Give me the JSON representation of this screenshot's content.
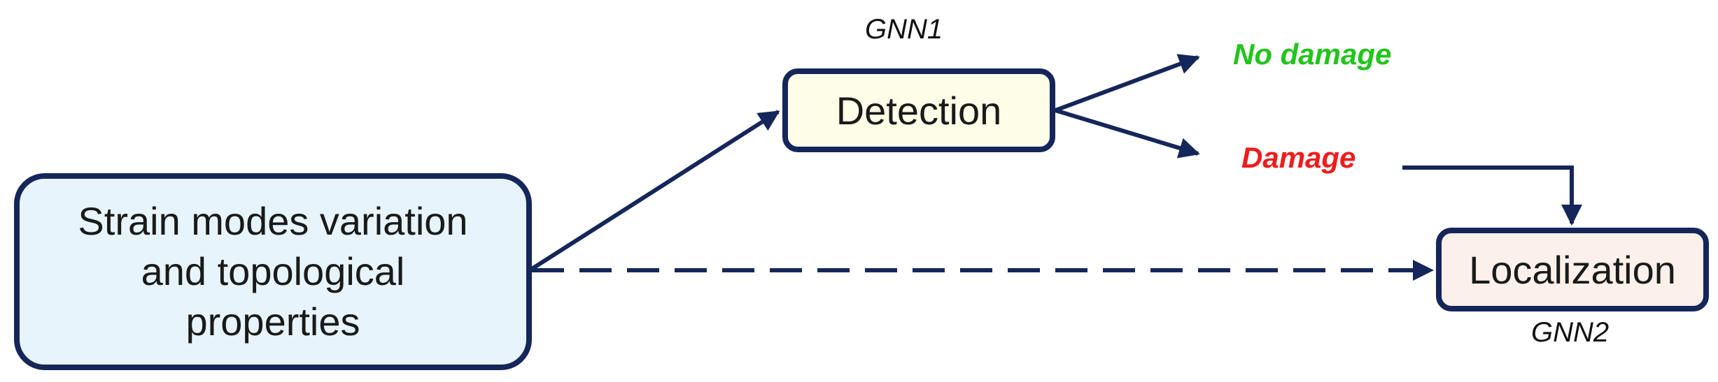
{
  "nodes": {
    "input": {
      "lines": [
        "Strain modes variation",
        "and topological",
        "properties"
      ]
    },
    "detection": {
      "label": "Detection"
    },
    "localization": {
      "label": "Localization"
    }
  },
  "models": {
    "gnn1": "GNN1",
    "gnn2": "GNN2"
  },
  "outcomes": {
    "no_damage": "No damage",
    "damage": "Damage"
  },
  "colors": {
    "border": "#15265a",
    "arrow": "#15265a",
    "input_fill": "#e7f4fb",
    "detection_fill": "#fefde8",
    "localization_fill": "#fbf0ea",
    "no_damage": "#22c41c",
    "damage": "#ef1c1c"
  }
}
